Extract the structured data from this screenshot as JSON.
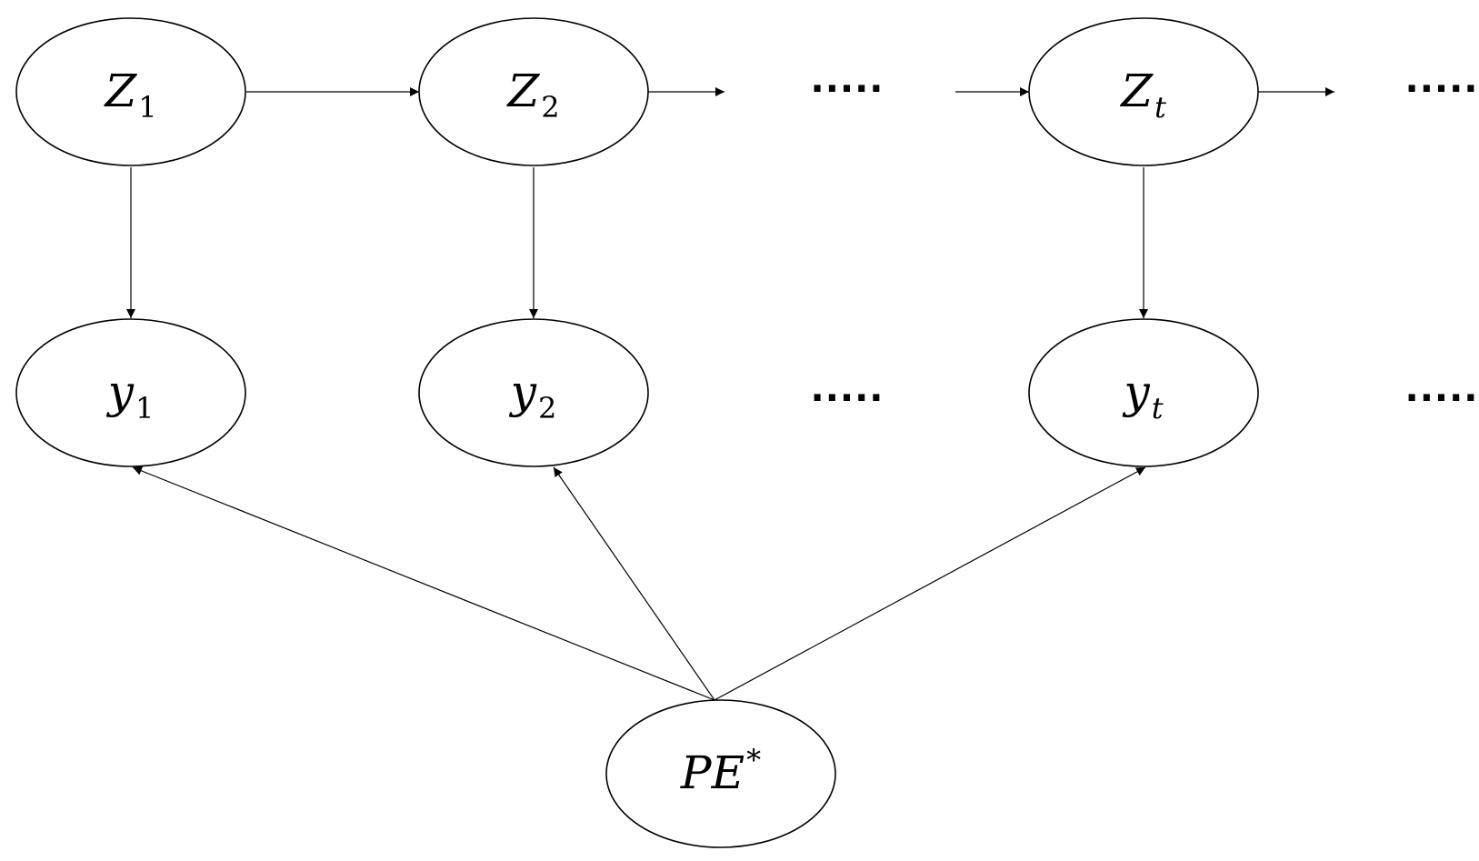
{
  "diagram": {
    "colors": {
      "stroke": "#000000",
      "fill": "#ffffff",
      "background": "#ffffff"
    },
    "nodes": [
      {
        "id": "z1",
        "name": "z1-node",
        "label": {
          "main": "Z",
          "sub": "1"
        }
      },
      {
        "id": "z2",
        "name": "z2-node",
        "label": {
          "main": "Z",
          "sub": "2"
        }
      },
      {
        "id": "zt",
        "name": "zt-node",
        "label": {
          "main": "Z",
          "sub": "t",
          "sub_italic": true
        }
      },
      {
        "id": "y1",
        "name": "y1-node",
        "label": {
          "main": "y",
          "sub": "1"
        }
      },
      {
        "id": "y2",
        "name": "y2-node",
        "label": {
          "main": "y",
          "sub": "2"
        }
      },
      {
        "id": "yt",
        "name": "yt-node",
        "label": {
          "main": "y",
          "sub": "t",
          "sub_italic": true
        }
      },
      {
        "id": "pe",
        "name": "pe-star-node",
        "label": {
          "main": "PE",
          "sup": "*"
        }
      }
    ],
    "edges": [
      {
        "from": "z1",
        "to": "z2"
      },
      {
        "from": "z2",
        "to": "dots-top-1"
      },
      {
        "from": "dots-top-1",
        "to": "zt"
      },
      {
        "from": "zt",
        "to": "dots-top-2"
      },
      {
        "from": "z1",
        "to": "y1"
      },
      {
        "from": "z2",
        "to": "y2"
      },
      {
        "from": "zt",
        "to": "yt"
      },
      {
        "from": "pe",
        "to": "y1"
      },
      {
        "from": "pe",
        "to": "y2"
      },
      {
        "from": "pe",
        "to": "yt"
      }
    ],
    "ellipses_text": [
      {
        "id": "dots-top-1",
        "text": "....."
      },
      {
        "id": "dots-top-2",
        "text": "....."
      },
      {
        "id": "dots-mid-1",
        "text": "....."
      },
      {
        "id": "dots-mid-2",
        "text": "....."
      }
    ]
  }
}
